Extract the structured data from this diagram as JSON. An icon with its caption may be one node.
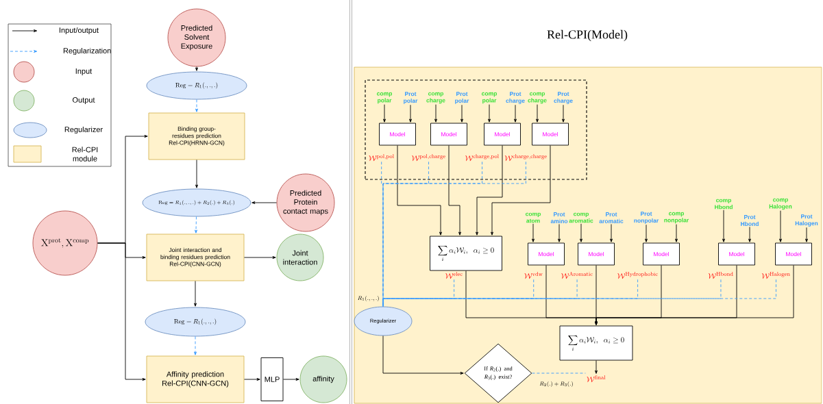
{
  "diagram": {
    "title": "Rel-CPI(Model)",
    "nodes": [
      {
        "text": [
          "Predicted Solvent Exposure"
        ]
      },
      {
        "text": [
          "\\mathrm{Reg} = R_1(.,.,.)"
        ]
      },
      {
        "text": [
          "Binding group-residues prediction",
          "Rel-CPI(HRNN-GCN)"
        ]
      },
      {
        "text": [
          "\\mathrm{Reg} = R_1(.,.,.) + R_2(.) + R_3(.)"
        ]
      },
      {
        "text": [
          "Predicted Protein contact maps"
        ]
      },
      {
        "text": [
          "\\mathrm{X}^{\\mathrm{prot}}, \\mathrm{X}^{\\mathrm{comp}}"
        ]
      },
      {
        "text": [
          "Joint interaction and binding residues prediction",
          "Rel-CPI(CNN-GCN)"
        ]
      },
      {
        "text": [
          "Joint interaction"
        ]
      },
      {
        "text": [
          "\\mathrm{Reg} = R_1(.,.,.)"
        ]
      },
      {
        "text": [
          "Affinity prediction",
          "Rel-CPI(CNN-GCN)"
        ]
      },
      {
        "text": [
          "MLP"
        ]
      },
      {
        "text": [
          "affinity"
        ]
      },
      {
        "text": [],
        "shape": "box"
      },
      {
        "text": [],
        "shape": "box",
        "in": 12
      },
      {
        "text": [
          "comp polar"
        ],
        "in": 13
      },
      {
        "text": [
          "Prot polar"
        ],
        "in": 13
      },
      {
        "text": [
          "Model"
        ],
        "in": 13
      },
      {
        "text": [
          "\\mathcal{W}^{\\mathrm{pol,pol}}"
        ],
        "in": 13
      },
      {
        "text": [
          "comp charge"
        ],
        "in": 13
      },
      {
        "text": [
          "Prot polar"
        ],
        "in": 13
      },
      {
        "text": [
          "Model"
        ],
        "in": 13
      },
      {
        "text": [
          "\\mathcal{W}^{\\mathrm{pol,charge}}"
        ],
        "in": 13
      },
      {
        "text": [
          "comp polar"
        ],
        "in": 13
      },
      {
        "text": [
          "Prot charge"
        ],
        "in": 13
      },
      {
        "text": [
          "Model"
        ],
        "in": 13
      },
      {
        "text": [
          "\\mathcal{W}^{\\mathrm{charge,pol}}"
        ],
        "in": 13
      },
      {
        "text": [
          "comp charge"
        ],
        "in": 13
      },
      {
        "text": [
          "Prot charge"
        ],
        "in": 13
      },
      {
        "text": [
          "Model"
        ],
        "in": 13
      },
      {
        "text": [
          "\\mathcal{W}^{\\mathrm{charge,charge}}"
        ],
        "in": 13
      },
      {
        "text": [
          "\\sum_i \\alpha_i \\mathcal{W}_i,\\ \\ \\alpha_i \\geq 0"
        ],
        "in": 12
      },
      {
        "text": [
          "\\mathcal{W}^{\\mathrm{elec}}"
        ],
        "in": 12
      },
      {
        "text": [
          "comp atom"
        ],
        "in": 12
      },
      {
        "text": [
          "Prot amino"
        ],
        "in": 12
      },
      {
        "text": [
          "Model"
        ],
        "in": 12
      },
      {
        "text": [
          "\\mathcal{W}^{\\mathrm{vdw}}"
        ],
        "in": 12
      },
      {
        "text": [
          "comp aromatic"
        ],
        "in": 12
      },
      {
        "text": [
          "Prot aromatic"
        ],
        "in": 12
      },
      {
        "text": [
          "Model"
        ],
        "in": 12
      },
      {
        "text": [
          "\\mathcal{W}^{\\mathrm{Aromatic}}"
        ],
        "in": 12
      },
      {
        "text": [
          "Prot nonpolar"
        ],
        "in": 12
      },
      {
        "text": [
          "comp nonpolar"
        ],
        "in": 12
      },
      {
        "text": [
          "Model"
        ],
        "in": 12
      },
      {
        "text": [
          "\\mathcal{W}^{\\mathrm{Hydrophobic}}"
        ],
        "in": 12
      },
      {
        "text": [
          "comp Hbond"
        ],
        "in": 12
      },
      {
        "text": [
          "Prot Hbond"
        ],
        "in": 12
      },
      {
        "text": [
          "Model"
        ],
        "in": 12
      },
      {
        "text": [
          "\\mathcal{W}^{\\mathrm{Hbond}}"
        ],
        "in": 12
      },
      {
        "text": [
          "comp Halogen"
        ],
        "in": 12
      },
      {
        "text": [
          "Prot Halogen"
        ],
        "in": 12
      },
      {
        "text": [
          "Model"
        ],
        "in": 12
      },
      {
        "text": [
          "\\mathcal{W}^{\\mathrm{Halogen}}"
        ],
        "in": 12
      },
      {
        "text": [
          "\\sum_i \\alpha_i \\mathcal{W}_i,\\ \\ \\alpha_i \\geq 0"
        ],
        "in": 12
      },
      {
        "text": [
          "Regularizer"
        ],
        "in": 12
      },
      {
        "text": [
          "If *R*$_{2}$(.) and *R*$_{3}$(.) exist?"
        ],
        "in": 12
      },
      {
        "text": [
          "\\mathcal{W}^{\\mathrm{final}}"
        ],
        "in": 12
      }
    ],
    "edges": [
      {
        "from": 0,
        "to": 1,
        "arrow": "to"
      },
      {
        "from": 1,
        "to": 2,
        "arrow": "to",
        "style": "dashed",
        "color": "#3399ff"
      },
      {
        "from": 2,
        "to": 3,
        "arrow": "to"
      },
      {
        "from": 4,
        "to": 3,
        "arrow": "to"
      },
      {
        "from": 3,
        "to": 6,
        "arrow": "to",
        "style": "dashed",
        "color": "#3399ff"
      },
      {
        "from": 5,
        "to": 2,
        "arrow": "to"
      },
      {
        "from": 5,
        "to": 6,
        "arrow": "to"
      },
      {
        "from": 5,
        "to": 9,
        "arrow": "to"
      },
      {
        "from": 6,
        "to": 7,
        "arrow": "to"
      },
      {
        "from": 6,
        "to": 8,
        "arrow": "to"
      },
      {
        "from": 8,
        "to": 9,
        "arrow": "to",
        "style": "dashed",
        "color": "#3399ff"
      },
      {
        "from": 9,
        "to": 10,
        "arrow": "to"
      },
      {
        "from": 10,
        "to": 11,
        "arrow": "to"
      },
      {
        "from": 14,
        "to": 16,
        "arrow": "to"
      },
      {
        "from": 15,
        "to": 16,
        "arrow": "to"
      },
      {
        "from": 18,
        "to": 20,
        "arrow": "to"
      },
      {
        "from": 19,
        "to": 20,
        "arrow": "to"
      },
      {
        "from": 22,
        "to": 24,
        "arrow": "to"
      },
      {
        "from": 23,
        "to": 24,
        "arrow": "to"
      },
      {
        "from": 26,
        "to": 28,
        "arrow": "to"
      },
      {
        "from": 27,
        "to": 28,
        "arrow": "to"
      },
      {
        "from": 32,
        "to": 34,
        "arrow": "to"
      },
      {
        "from": 33,
        "to": 34,
        "arrow": "to"
      },
      {
        "from": 36,
        "to": 38,
        "arrow": "to"
      },
      {
        "from": 37,
        "to": 38,
        "arrow": "to"
      },
      {
        "from": 40,
        "to": 42,
        "arrow": "to"
      },
      {
        "from": 41,
        "to": 42,
        "arrow": "to"
      },
      {
        "from": 44,
        "to": 46,
        "arrow": "to"
      },
      {
        "from": 45,
        "to": 46,
        "arrow": "to"
      },
      {
        "from": 48,
        "to": 50,
        "arrow": "to"
      },
      {
        "from": 49,
        "to": 50,
        "arrow": "to"
      },
      {
        "from": 16,
        "to": 30,
        "arrow": "to"
      },
      {
        "from": 20,
        "to": 30,
        "arrow": "to"
      },
      {
        "from": 24,
        "to": 30,
        "arrow": "to"
      },
      {
        "from": 28,
        "to": 30,
        "arrow": "to"
      },
      {
        "from": 30,
        "to": 52,
        "arrow": "to"
      },
      {
        "from": 34,
        "to": 52,
        "arrow": "to"
      },
      {
        "from": 38,
        "to": 52,
        "arrow": "to"
      },
      {
        "from": 42,
        "to": 52,
        "arrow": "to"
      },
      {
        "from": 46,
        "to": 52,
        "arrow": "to"
      },
      {
        "from": 50,
        "to": 52,
        "arrow": "to"
      },
      {
        "from": 52,
        "to": 55,
        "arrow": "to"
      },
      {
        "from": 53,
        "to": 54,
        "arrow": "to"
      },
      {
        "from": 54,
        "to": 55,
        "arrow": "none",
        "style": "dashed",
        "color": "#3399ff",
        "label": "R_2(.) + R_3(.)"
      },
      {
        "from": 17,
        "to": 53,
        "arrow": "none",
        "style": "dashed",
        "color": "#3399ff"
      },
      {
        "from": 21,
        "to": 53,
        "arrow": "none",
        "style": "dashed",
        "color": "#3399ff"
      },
      {
        "from": 25,
        "to": 53,
        "arrow": "none",
        "style": "dashed",
        "color": "#3399ff"
      },
      {
        "from": 29,
        "to": 53,
        "arrow": "none",
        "style": "dashed",
        "color": "#3399ff"
      },
      {
        "from": 31,
        "to": 53,
        "arrow": "none",
        "style": "dashed",
        "color": "#3399ff"
      },
      {
        "from": 35,
        "to": 53,
        "arrow": "none",
        "style": "dashed",
        "color": "#3399ff"
      },
      {
        "from": 39,
        "to": 53,
        "arrow": "none",
        "style": "dashed",
        "color": "#3399ff"
      },
      {
        "from": 43,
        "to": 53,
        "arrow": "none",
        "style": "dashed",
        "color": "#3399ff"
      },
      {
        "from": 47,
        "to": 53,
        "arrow": "none",
        "style": "dashed",
        "color": "#3399ff"
      },
      {
        "from": 51,
        "to": 53,
        "arrow": "none",
        "style": "dashed",
        "color": "#3399ff"
      }
    ],
    "labels": [
      "R_1(.,.,.)"
    ],
    "legend": [
      {
        "text": "Input/output"
      },
      {
        "text": "Regularization"
      },
      {
        "text": "Input",
        "color": "#f8cecc"
      },
      {
        "text": "Output",
        "color": "#d5e8d4"
      },
      {
        "text": "Regularizer",
        "color": "#dae8fc"
      },
      {
        "text": "Rel-CPI module",
        "color": "#fff2cc"
      }
    ]
  }
}
